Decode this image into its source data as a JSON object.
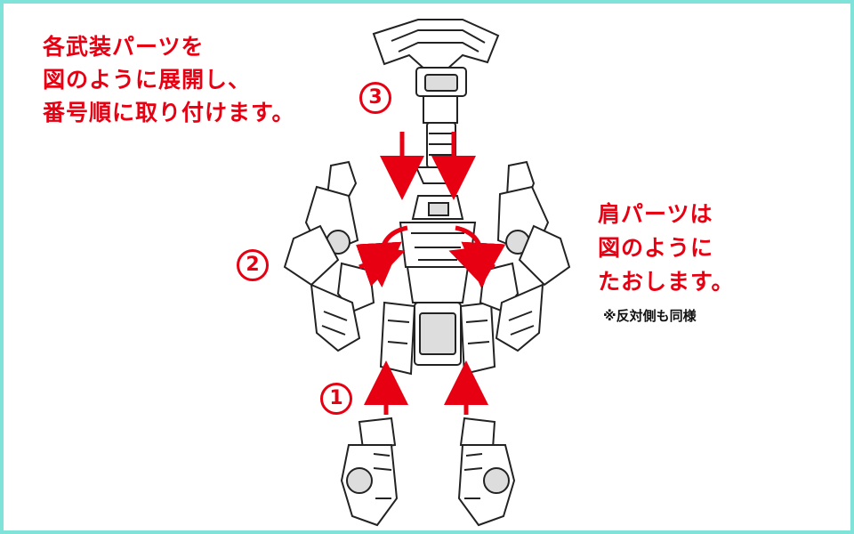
{
  "instructions": {
    "lines": [
      "各武装パーツを",
      "図のように展開し、",
      "番号順に取り付けます。"
    ]
  },
  "shoulder_note": {
    "lines": [
      "肩パーツは",
      "図のように",
      "たおします。"
    ],
    "footnote": "※反対側も同様"
  },
  "steps": {
    "step1": "1",
    "step2": "2",
    "step3": "3"
  },
  "colors": {
    "accent_red": "#e60012",
    "frame_teal": "#7fe3da",
    "line_art": "#222222"
  }
}
